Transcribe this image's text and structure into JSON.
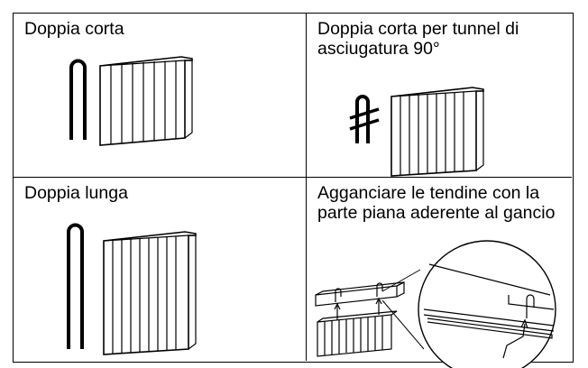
{
  "cells": [
    {
      "label": "Doppia corta"
    },
    {
      "label": "Doppia corta per tunnel di asciugatura 90°"
    },
    {
      "label": "Doppia lunga"
    },
    {
      "label": "Agganciare le tendine con la parte piana aderente al gancio"
    }
  ],
  "icons": {
    "short_hook": "hairpin-hook-icon",
    "tunnel_hook": "crossed-hook-icon",
    "long_hook": "long-hairpin-hook-icon",
    "mounting": "hook-mounting-detail-icon"
  }
}
